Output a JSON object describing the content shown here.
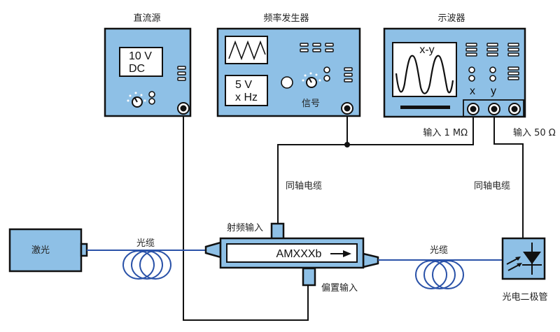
{
  "instruments": {
    "dc_source": {
      "title": "直流源",
      "display_line1": "10 V",
      "display_line2": "DC"
    },
    "function_generator": {
      "title": "频率发生器",
      "display_line1": "5 V",
      "display_line2": "x Hz",
      "output_label": "信号"
    },
    "oscilloscope": {
      "title": "示波器",
      "screen_label": "x-y",
      "channel_x": "x",
      "channel_y": "y"
    }
  },
  "labels": {
    "input_1m": "输入 1 MΩ",
    "input_50": "输入 50 Ω",
    "coax_left": "同轴电缆",
    "coax_right": "同轴电缆",
    "rf_input": "射频输入",
    "bias_input": "偏置输入",
    "fiber_left": "光缆",
    "fiber_right": "光缆",
    "laser": "激光",
    "modulator": "AMXXXb",
    "photodiode": "光电二极管"
  },
  "colors": {
    "panel": "#8ec0e6",
    "fiber": "#2a52a8",
    "line": "#111111"
  }
}
